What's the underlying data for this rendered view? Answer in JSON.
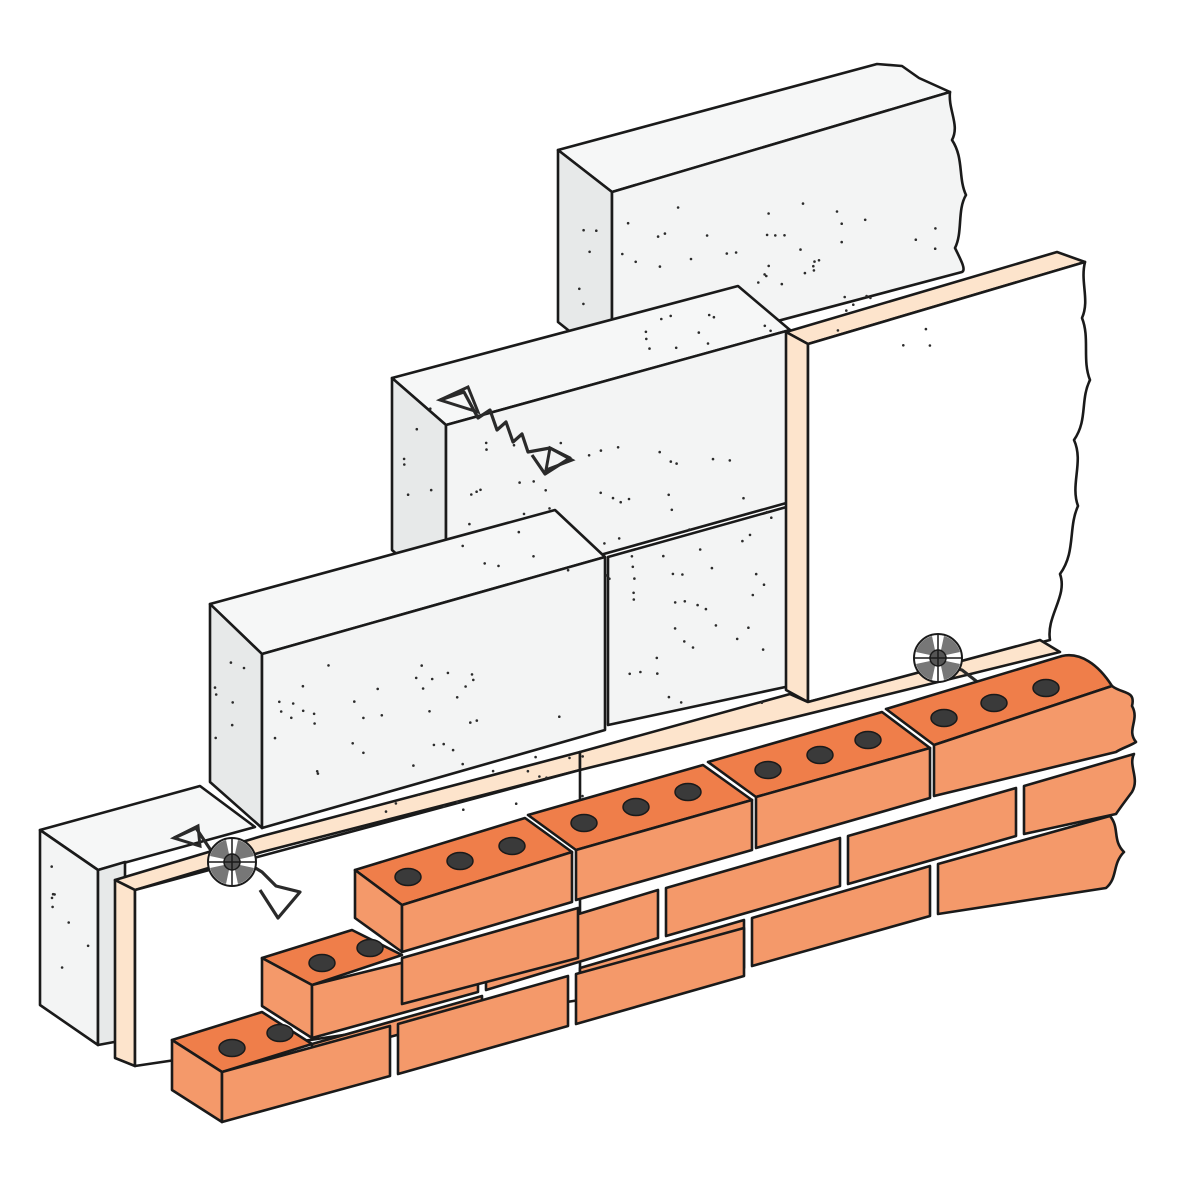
{
  "colors": {
    "background": "#ffffff",
    "block_front": "#f3f4f4",
    "block_side": "#e7e9e9",
    "block_top": "#f6f7f7",
    "insulation_face": "#ffffff",
    "insulation_edge": "#fde4cc",
    "brick_front": "#f4996a",
    "brick_top": "#ef7e4a",
    "brick_hole": "#3a3a3a",
    "outline": "#1a1a1a",
    "speckle": "#2b2b2b"
  },
  "components": {
    "inner_leaf": "aerated-concrete-blocks",
    "insulation": "insulation-board",
    "outer_leaf": "perforated-clay-bricks",
    "ties": [
      "wall-tie-with-insulation-clip",
      "butterfly-wall-tie",
      "wall-tie-with-insulation-clip"
    ]
  }
}
